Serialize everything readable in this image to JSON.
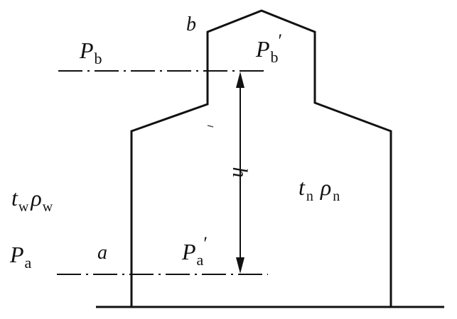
{
  "labels": {
    "b_point": "b",
    "a_point": "a",
    "h": "h",
    "P_b": "P",
    "P_b_sub": "b",
    "P_b_prime": "P",
    "P_b_prime_sub": "b",
    "P_b_prime_mark": "′",
    "P_a": "P",
    "P_a_sub": "a",
    "P_a_prime": "P",
    "P_a_prime_sub": "a",
    "P_a_prime_mark": "′",
    "outside_t": "t",
    "outside_t_sub": "w",
    "outside_rho": "ρ",
    "outside_rho_sub": "w",
    "inside_t": "t",
    "inside_t_sub": "n",
    "inside_rho": "ρ",
    "inside_rho_sub": "n"
  },
  "colors": {
    "line": "#111111",
    "background": "#ffffff"
  }
}
